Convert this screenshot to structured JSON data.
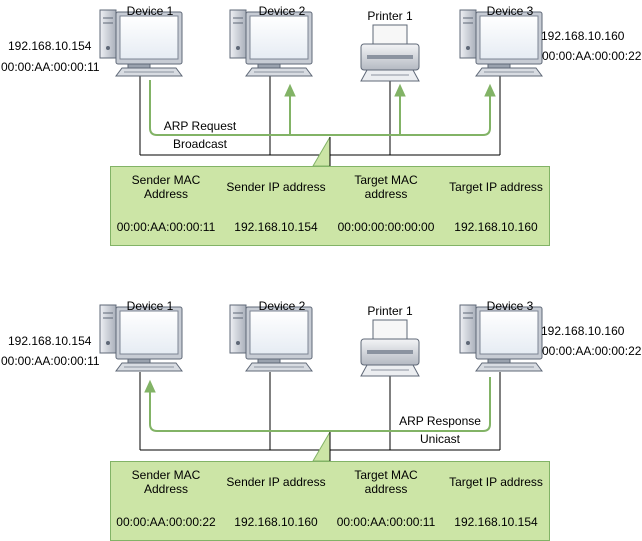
{
  "diagrams": [
    {
      "devices": {
        "device1": {
          "label": "Device 1",
          "ip": "192.168.10.154",
          "mac": "00:00:AA:00:00:11"
        },
        "device2": {
          "label": "Device 2"
        },
        "printer1": {
          "label": "Printer 1"
        },
        "device3": {
          "label": "Device 3",
          "ip": "192.168.10.160",
          "mac": "00:00:AA:00:00:22"
        }
      },
      "message": {
        "line1": "ARP Request",
        "line2": "Broadcast"
      },
      "table": {
        "headers": [
          "Sender MAC\nAddress",
          "Sender IP address",
          "Target MAC\naddress",
          "Target IP address"
        ],
        "values": [
          "00:00:AA:00:00:11",
          "192.168.10.154",
          "00:00:00:00:00:00",
          "192.168.10.160"
        ]
      }
    },
    {
      "devices": {
        "device1": {
          "label": "Device 1",
          "ip": "192.168.10.154",
          "mac": "00:00:AA:00:00:11"
        },
        "device2": {
          "label": "Device 2"
        },
        "printer1": {
          "label": "Printer 1"
        },
        "device3": {
          "label": "Device 3",
          "ip": "192.168.10.160",
          "mac": "00:00:AA:00:00:22"
        }
      },
      "message": {
        "line1": "ARP Response",
        "line2": "Unicast"
      },
      "table": {
        "headers": [
          "Sender MAC\nAddress",
          "Sender IP address",
          "Target MAC\naddress",
          "Target IP address"
        ],
        "values": [
          "00:00:AA:00:00:22",
          "192.168.10.160",
          "00:00:AA:00:00:11",
          "192.168.10.154"
        ]
      }
    }
  ],
  "colors": {
    "arrow": "#82b366",
    "panel_fill": "#cce5a6",
    "panel_border": "#82b366",
    "line": "#000000"
  },
  "icons": [
    "desktop-computer-icon",
    "printer-icon"
  ]
}
